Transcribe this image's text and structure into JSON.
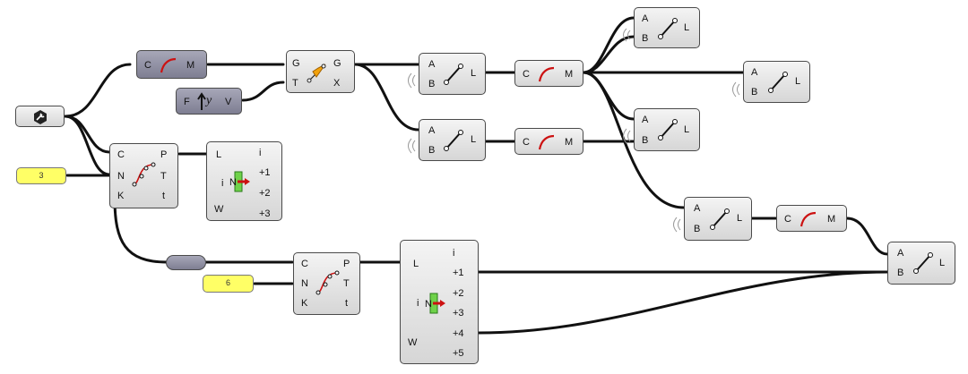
{
  "labels": {
    "C": "C",
    "M": "M",
    "G": "G",
    "T": "T",
    "X": "X",
    "F": "F",
    "V": "V",
    "A": "A",
    "B": "B",
    "L": "L",
    "N": "N",
    "K": "K",
    "P": "P",
    "t": "t",
    "W": "W",
    "i": "i",
    "p1": "+1",
    "p2": "+2",
    "p3": "+3",
    "p4": "+4",
    "p5": "+5"
  },
  "sliders": {
    "count_a": "3",
    "count_b": "6"
  },
  "colors": {
    "wire": "#111111",
    "panel": "#ffff66",
    "node_dark": "#8a8a9c",
    "curve_red": "#cc1111",
    "arrow_orange": "#f2a20b"
  },
  "icons": [
    "curve-icon",
    "line-icon",
    "move-icon",
    "unit-vector-icon",
    "divide-curve-icon",
    "list-item-icon",
    "wrench-icon",
    "relay-icon",
    "wireless-icon"
  ]
}
